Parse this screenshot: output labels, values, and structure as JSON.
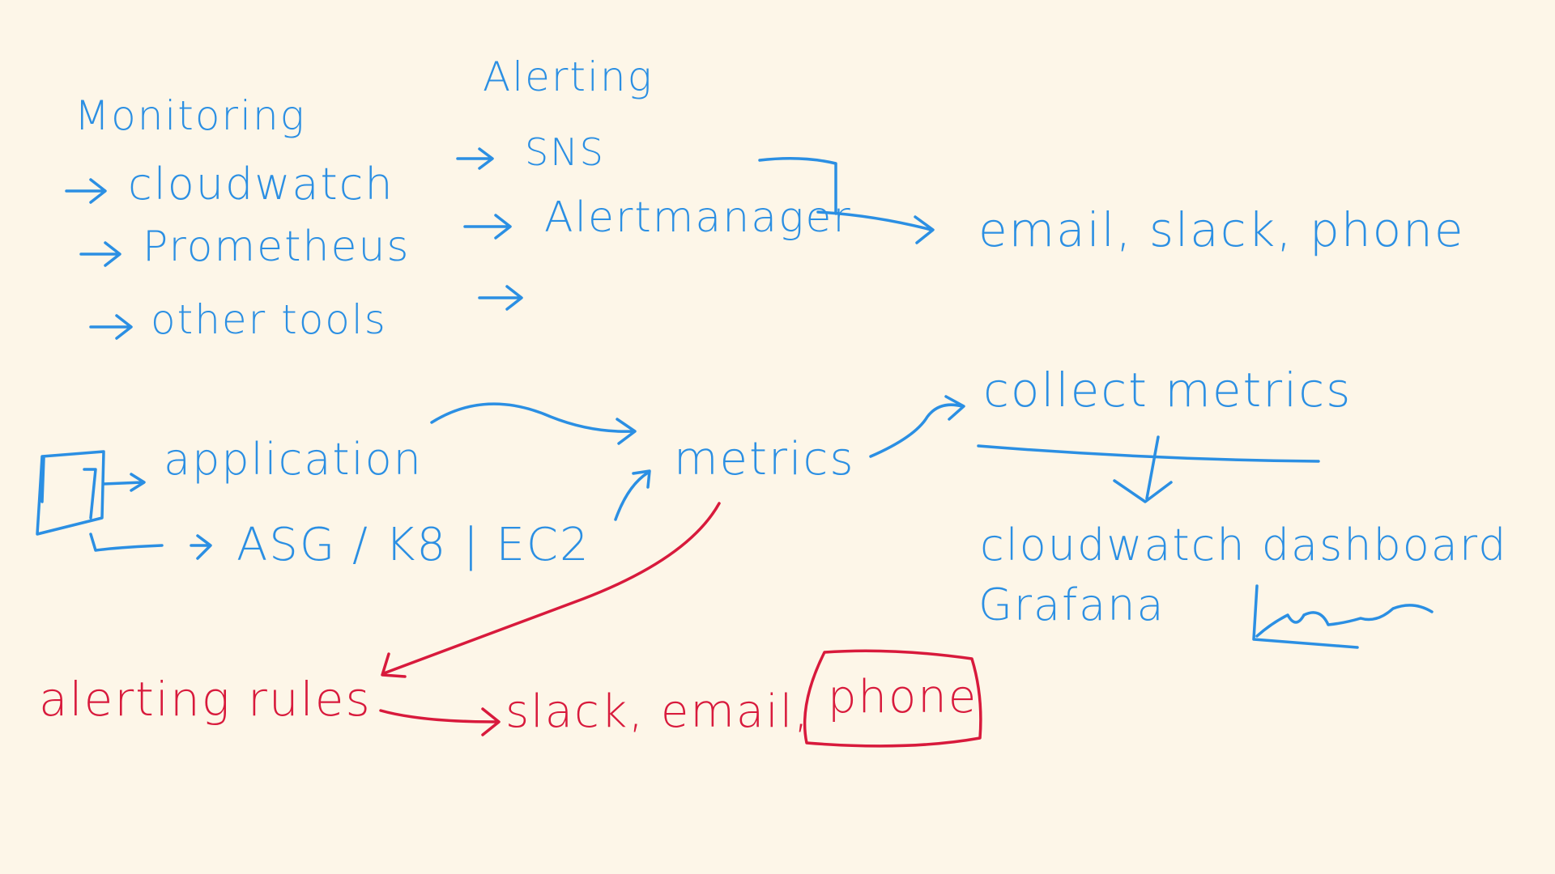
{
  "colors": {
    "background": "#fdf6e8",
    "ink_blue": "#2b8fe3",
    "ink_red": "#d81a3c"
  },
  "monitoring": {
    "heading": "Monitoring",
    "items": [
      "cloudwatch",
      "Prometheus",
      "other tools"
    ]
  },
  "alerting": {
    "heading": "Alerting",
    "items": [
      "SNS",
      "Alertmanager",
      ""
    ],
    "channels": "email, slack, phone"
  },
  "flow": {
    "application": "application",
    "infra": "ASG / K8 | EC2",
    "metrics": "metrics",
    "collect": "collect metrics",
    "dashboard": "cloudwatch dashboard",
    "grafana": "Grafana"
  },
  "rules": {
    "label": "alerting rules",
    "channels": "slack, email,",
    "boxed": "phone"
  }
}
